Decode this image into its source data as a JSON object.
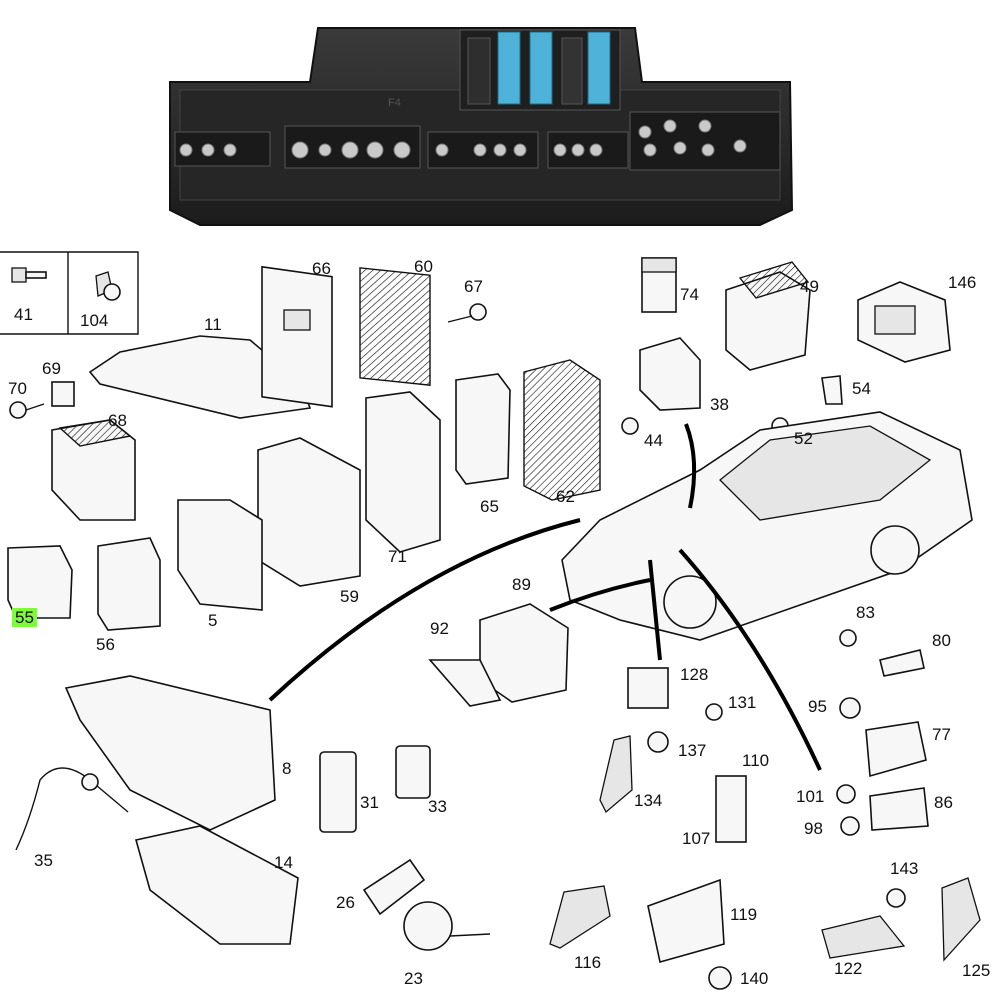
{
  "colors": {
    "highlight": "#7CFC3A",
    "fuse_blue": "#4FB3D9",
    "housing": "#2b2b2b"
  },
  "photo": {
    "embossed_label": "F4"
  },
  "callouts": {
    "c41": "41",
    "c104": "104",
    "c66": "66",
    "c60": "60",
    "c67": "67",
    "c74": "74",
    "c49": "49",
    "c146": "146",
    "c11": "11",
    "c69": "69",
    "c70": "70",
    "c68": "68",
    "c54": "54",
    "c38": "38",
    "c44": "44",
    "c52": "52",
    "c65": "65",
    "c62": "62",
    "c71": "71",
    "c59": "59",
    "c5": "5",
    "c56": "56",
    "c55": "55",
    "c89": "89",
    "c92": "92",
    "c83": "83",
    "c80": "80",
    "c128": "128",
    "c131": "131",
    "c95": "95",
    "c77": "77",
    "c137": "137",
    "c110": "110",
    "c8": "8",
    "c101": "101",
    "c86": "86",
    "c134": "134",
    "c98": "98",
    "c107": "107",
    "c31": "31",
    "c33": "33",
    "c35": "35",
    "c14": "14",
    "c143": "143",
    "c26": "26",
    "c119": "119",
    "c116": "116",
    "c122": "122",
    "c125": "125",
    "c23": "23",
    "c140": "140"
  }
}
